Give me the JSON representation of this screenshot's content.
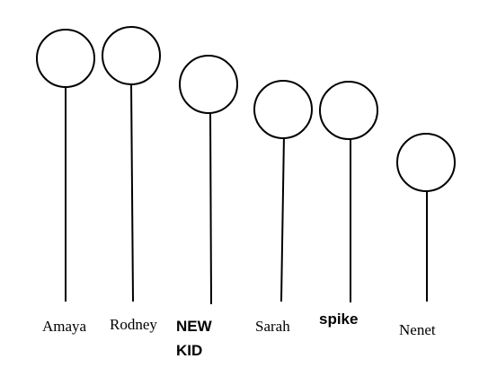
{
  "pins": [
    {
      "name": "Amaya"
    },
    {
      "name": "Rodney"
    },
    {
      "name": "NEW",
      "name_line2": "KID"
    },
    {
      "name": "Sarah"
    },
    {
      "name": "spike"
    },
    {
      "name": "Nenet"
    }
  ]
}
